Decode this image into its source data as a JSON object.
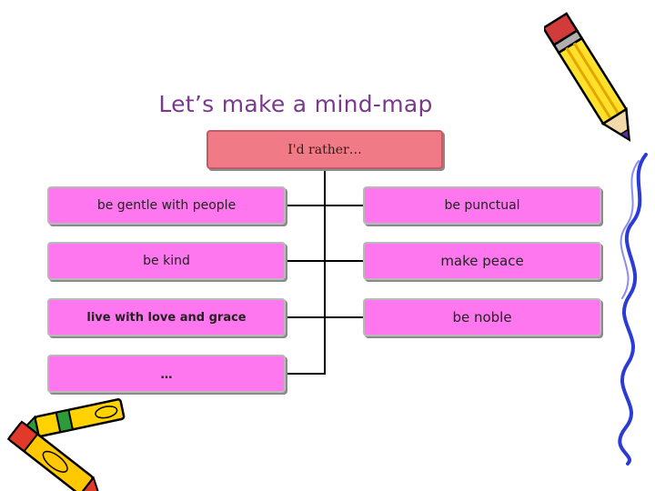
{
  "title": "Let’s make a mind-map",
  "root": {
    "label": "I'd rather…"
  },
  "nodes": {
    "left": [
      {
        "label": "be gentle with people"
      },
      {
        "label": "be kind"
      },
      {
        "label": "live with love and grace"
      },
      {
        "label": "…"
      }
    ],
    "right": [
      {
        "label": "be punctual"
      },
      {
        "label": "make peace"
      },
      {
        "label": "be noble"
      }
    ]
  },
  "colors": {
    "title": "#7a3a8c",
    "root_fill": "#f07a85",
    "node_fill": "#ff77ee",
    "connector": "#000000",
    "squiggle": "#2b3bd6"
  },
  "decorations": [
    "pencil-icon",
    "crayons-icon",
    "squiggle-line"
  ]
}
